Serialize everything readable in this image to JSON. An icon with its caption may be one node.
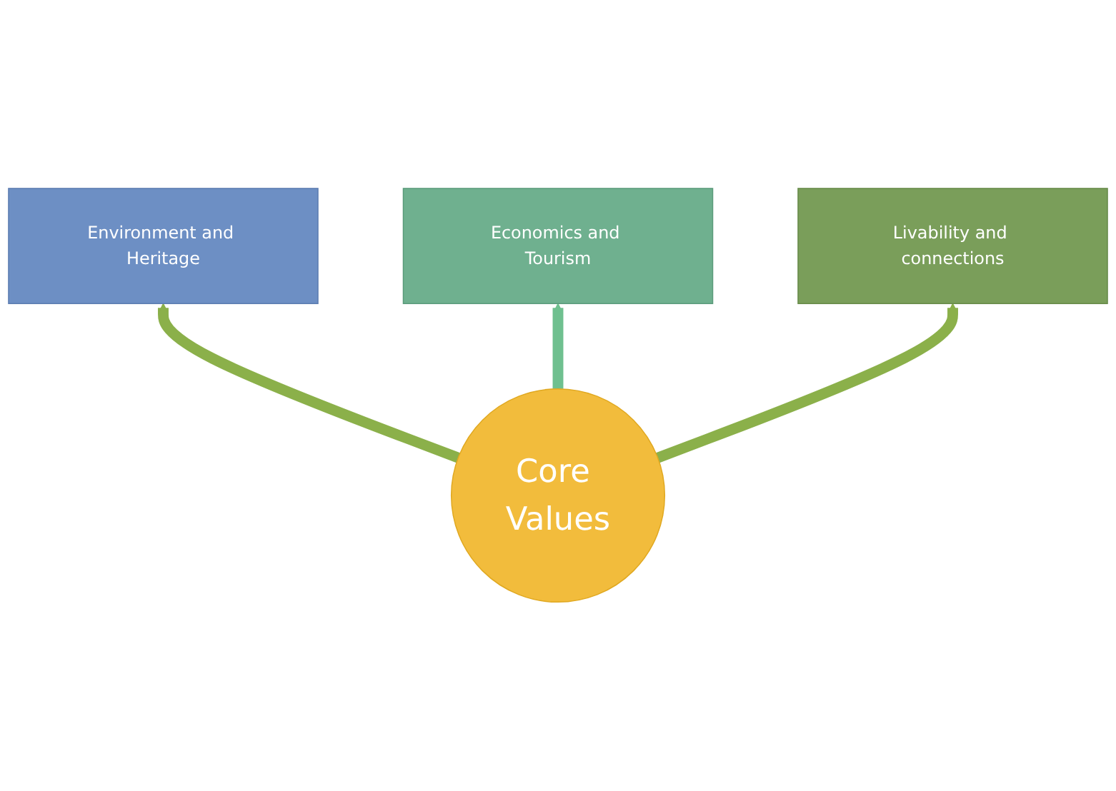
{
  "diagram": {
    "nodes": [
      {
        "text": [
          "Core Values"
        ]
      },
      {
        "text": [
          "Environment and Heritage"
        ]
      },
      {
        "text": [
          "Economics and Tourism"
        ]
      },
      {
        "text": [
          "Livability and connections"
        ]
      }
    ],
    "edges": [
      {
        "from": 0,
        "to": 1,
        "arrow": "to"
      },
      {
        "from": 0,
        "to": 2,
        "arrow": "to"
      },
      {
        "from": 0,
        "to": 3,
        "arrow": "to"
      }
    ]
  }
}
